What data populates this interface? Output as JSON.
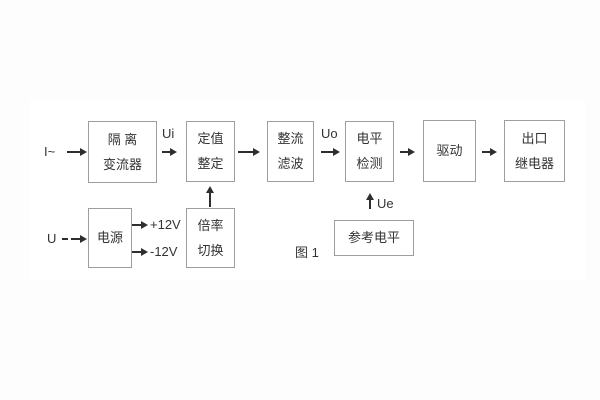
{
  "figure": {
    "caption": "图 1"
  },
  "signals": {
    "current_input": "I~",
    "voltage_input": "U",
    "ui": "Ui",
    "uo": "Uo",
    "ue": "Ue",
    "plus12": "+12V",
    "minus12": "-12V"
  },
  "blocks": {
    "isolation_transformer": {
      "line1": "隔 离",
      "line2": "变流器"
    },
    "setpoint_adjust": {
      "line1": "定值",
      "line2": "整定"
    },
    "rectifier_filter": {
      "line1": "整流",
      "line2": "滤波"
    },
    "level_detector": {
      "line1": "电平",
      "line2": "检测"
    },
    "driver": {
      "label": "驱动"
    },
    "output_relay": {
      "line1": "出口",
      "line2": "继电器"
    },
    "power_supply": {
      "label": "电源"
    },
    "ratio_switch": {
      "line1": "倍率",
      "line2": "切换"
    },
    "reference_level": {
      "label": "参考电平"
    }
  },
  "colors": {
    "page_bg": "#fdfdfd",
    "panel_bg": "#ffffff",
    "box_border": "#9e9e9e",
    "text": "#333333",
    "arrow": "#2e2e2e"
  }
}
